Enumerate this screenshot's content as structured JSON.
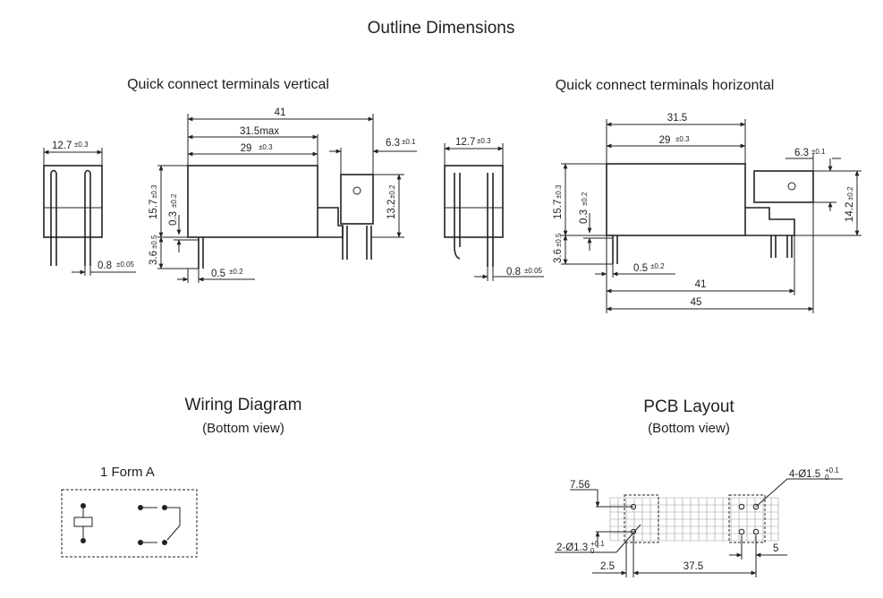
{
  "page": {
    "title": "Outline Dimensions"
  },
  "vertical": {
    "heading": "Quick connect terminals vertical",
    "width": "12.7",
    "width_tol": "±0.3",
    "pin": "0.8",
    "pin_tol": "±0.05",
    "len_41": "41",
    "len_31": "31.5max",
    "len_29": "29",
    "len_29_tol": "±0.3",
    "tab": "6.3",
    "tab_tol": "±0.1",
    "h157": "15.7",
    "h157_tol": "±0.3",
    "h03": "0.3",
    "h03_tol": "±0.2",
    "h36": "3.6",
    "h36_tol": "±0.5",
    "h132": "13.2",
    "h132_tol": "±0.2",
    "w05": "0.5",
    "w05_tol": "±0.2"
  },
  "horizontal": {
    "heading": "Quick connect terminals horizontal",
    "width": "12.7",
    "width_tol": "±0.3",
    "pin": "0.8",
    "pin_tol": "±0.05",
    "len_315": "31.5",
    "len_29": "29",
    "len_29_tol": "±0.3",
    "tab": "6.3",
    "tab_tol": "±0.1",
    "h157": "15.7",
    "h157_tol": "±0.3",
    "h03": "0.3",
    "h03_tol": "±0.2",
    "h36": "3.6",
    "h36_tol": "±0.5",
    "h142": "14.2",
    "h142_tol": "±0.2",
    "w05": "0.5",
    "w05_tol": "±0.2",
    "len_41": "41",
    "len_45": "45"
  },
  "wiring": {
    "heading": "Wiring Diagram",
    "sub": "(Bottom view)",
    "form": "1 Form A"
  },
  "pcb": {
    "heading": "PCB Layout",
    "sub": "(Bottom view)",
    "d756": "7.56",
    "hole_big": "4-Ø1.5",
    "hole_big_tol_hi": "+0.1",
    "hole_big_tol_lo": "0",
    "hole_small": "2-Ø1.3",
    "hole_small_tol_hi": "+0.1",
    "hole_small_tol_lo": "0",
    "d25": "2.5",
    "d375": "37.5",
    "d5": "5"
  }
}
